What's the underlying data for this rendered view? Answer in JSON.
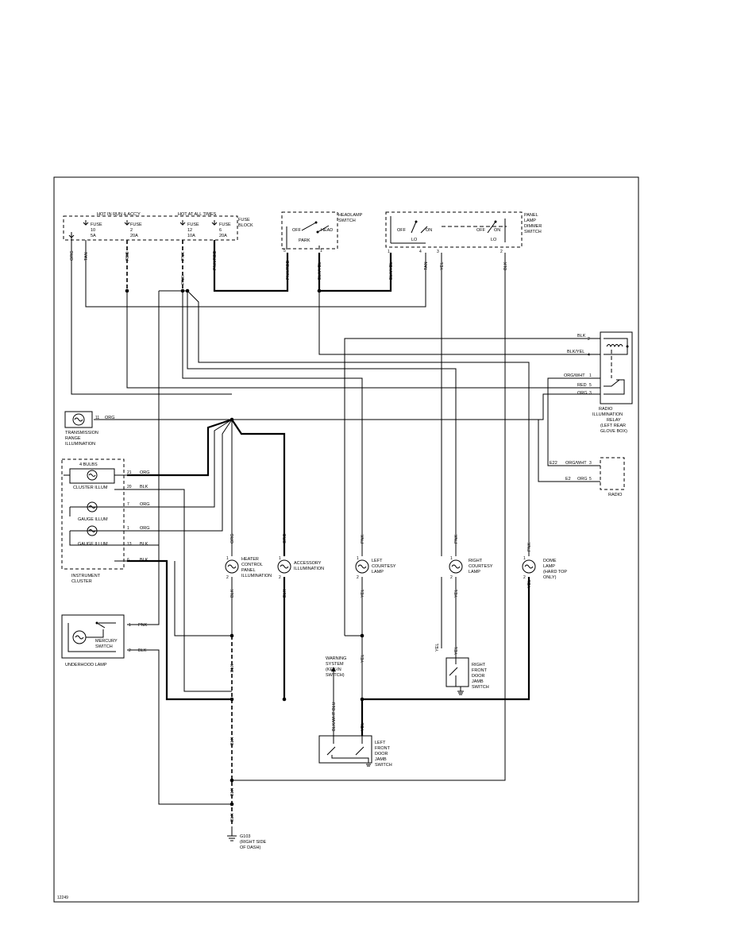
{
  "fuse_block": {
    "hot_in_run_acc": "HOT IN RUN & ACC'Y",
    "hot_at_all_times": "HOT AT ALL TIMES",
    "label_line1": "FUSE",
    "label_line2": "BLOCK",
    "fuses": [
      {
        "l1": "FUSE",
        "l2": "10",
        "l3": "5A"
      },
      {
        "l1": "FUSE",
        "l2": "2",
        "l3": "20A"
      },
      {
        "l1": "FUSE",
        "l2": "12",
        "l3": "10A"
      },
      {
        "l1": "FUSE",
        "l2": "6",
        "l3": "20A"
      }
    ]
  },
  "headlamp_switch": {
    "title1": "HEADLAMP",
    "title2": "SWITCH",
    "off": "OFF",
    "park": "PARK",
    "head": "HEAD",
    "pins": [
      "5",
      "1"
    ]
  },
  "dimmer_switch": {
    "title1": "PANEL",
    "title2": "LAMP",
    "title3": "DIMMER",
    "title4": "SWITCH",
    "off1": "OFF",
    "on1": "ON",
    "lo1": "LO",
    "off2": "OFF",
    "on2": "ON",
    "lo2": "LO",
    "pins": [
      "1",
      "4",
      "3",
      "2"
    ]
  },
  "wire_labels": {
    "org": "ORG",
    "tan": "TAN",
    "red": "RED",
    "pnk": "PNK",
    "pnk_red": "PNK/RED",
    "blk_yel": "BLK/YEL",
    "yel": "YEL",
    "blk": "BLK",
    "blk_wht_blu": "BLK/WHT BLU",
    "org_wht": "ORG/WHT"
  },
  "relay": {
    "l1": "RADIO",
    "l2": "ILLUMINATION",
    "l3": "RELAY",
    "l4": "(LEFT REAR",
    "l5": "GLOVE BOX)",
    "pins": [
      "2",
      "4",
      "1",
      "5",
      "3"
    ]
  },
  "radio": {
    "label": "RADIO",
    "conn1": "E22",
    "conn2": "E2",
    "pins": [
      "3",
      "5"
    ]
  },
  "transmission": {
    "l1": "TRANSMISSION",
    "l2": "RANGE",
    "l3": "ILLUMINATION",
    "pin": "11"
  },
  "cluster": {
    "bulbs": "4 BULBS",
    "cluster_illum": "CLUSTER ILLUM",
    "gauge_illum": "GAUGE ILLUM",
    "l1": "INSTRUMENT",
    "l2": "CLUSTER",
    "pins": [
      "21",
      "20",
      "7",
      "1",
      "13",
      "6"
    ]
  },
  "lamps": {
    "heater": [
      "HEATER",
      "CONTROL",
      "PANEL",
      "ILLUMINATION"
    ],
    "accessory": [
      "ACCESSORY",
      "ILLUMINATION"
    ],
    "left_courtesy": [
      "LEFT",
      "COURTESY",
      "LAMP"
    ],
    "right_courtesy": [
      "RIGHT",
      "COURTESY",
      "LAMP"
    ],
    "dome": [
      "DOME",
      "LAMP",
      "(HARD TOP",
      "ONLY)"
    ],
    "lamp_pins": [
      "1",
      "2"
    ]
  },
  "underhood": {
    "mercury1": "MERCURY",
    "mercury2": "SWITCH",
    "label": "UNDERHOOD LAMP",
    "pins": [
      "1",
      "2"
    ]
  },
  "right_door": [
    "RIGHT",
    "FRONT",
    "DOOR",
    "JAMB",
    "SWITCH"
  ],
  "left_door": [
    "LEFT",
    "FRONT",
    "DOOR",
    "JAMB",
    "SWITCH"
  ],
  "warning": [
    "WARNING",
    "SYSTEM",
    "(KEY-IN",
    "SWITCH)"
  ],
  "ground": [
    "G103",
    "(RIGHT SIDE",
    "OF DASH)"
  ],
  "figure_id": "12249"
}
